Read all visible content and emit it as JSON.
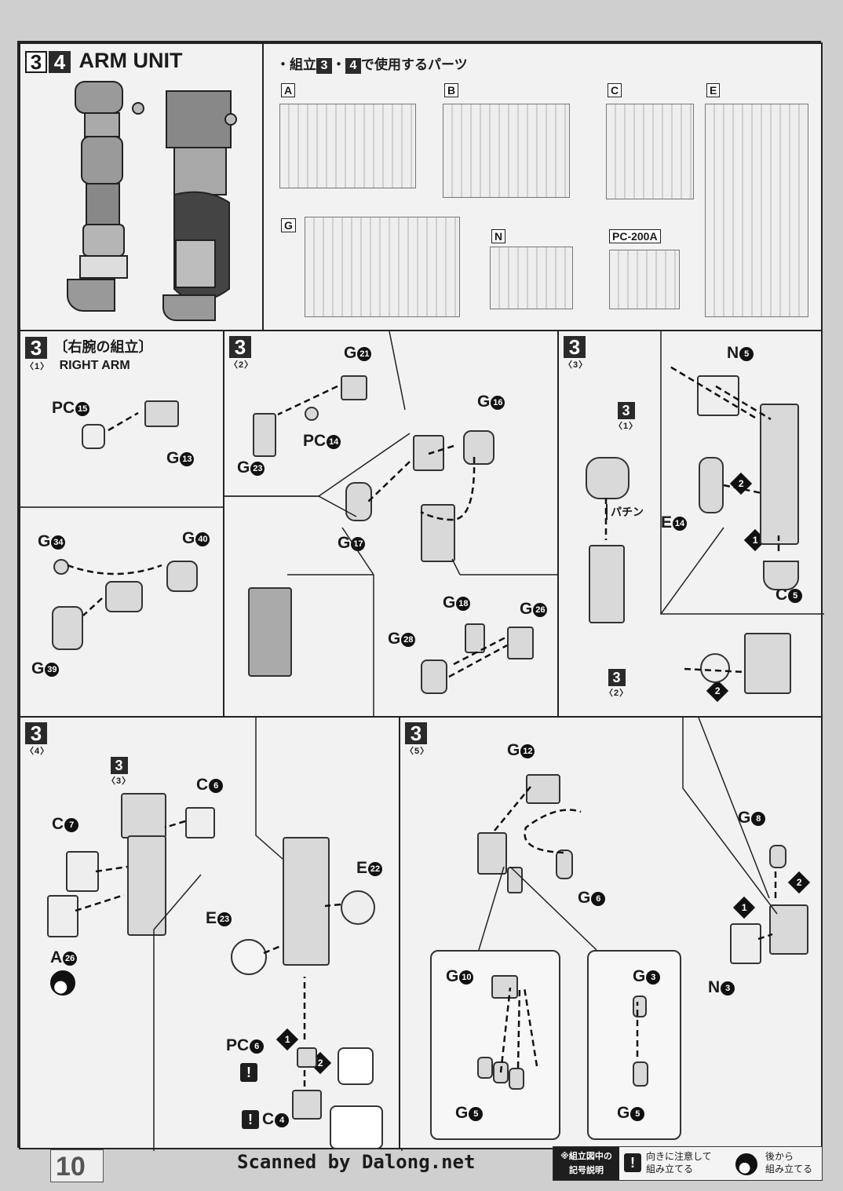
{
  "header": {
    "step_a": "3",
    "step_b": "4",
    "title": "ARM UNIT"
  },
  "parts_list": {
    "intro_prefix": "・組立",
    "intro_n1": "3",
    "intro_dot": "・",
    "intro_n2": "4",
    "intro_suffix": "で使用するパーツ",
    "runners": [
      "A",
      "B",
      "C",
      "E",
      "G",
      "N",
      "PC-200A"
    ]
  },
  "step1": {
    "num": "3",
    "sub": "〈1〉",
    "title_jp": "〔右腕の組立〕",
    "title_en": "RIGHT ARM",
    "labels": [
      {
        "id": "pc15",
        "prefix": "PC",
        "num": "15"
      },
      {
        "id": "g13",
        "prefix": "G",
        "num": "13"
      },
      {
        "id": "g34",
        "prefix": "G",
        "num": "34"
      },
      {
        "id": "g40",
        "prefix": "G",
        "num": "40"
      },
      {
        "id": "g39",
        "prefix": "G",
        "num": "39"
      }
    ]
  },
  "step2": {
    "num": "3",
    "sub": "〈2〉",
    "labels": [
      {
        "prefix": "G",
        "num": "21"
      },
      {
        "prefix": "G",
        "num": "23"
      },
      {
        "prefix": "PC",
        "num": "14"
      },
      {
        "prefix": "G",
        "num": "16"
      },
      {
        "prefix": "G",
        "num": "17"
      },
      {
        "prefix": "G",
        "num": "18"
      },
      {
        "prefix": "G",
        "num": "26"
      },
      {
        "prefix": "G",
        "num": "28"
      }
    ]
  },
  "step3": {
    "num": "3",
    "sub": "〈3〉",
    "ref_top_num": "3",
    "ref_top_sub": "〈1〉",
    "ref_bottom_num": "3",
    "ref_bottom_sub": "〈2〉",
    "sfx": "パチン",
    "labels": [
      {
        "prefix": "N",
        "num": "5"
      },
      {
        "prefix": "E",
        "num": "14"
      },
      {
        "prefix": "C",
        "num": "5"
      }
    ],
    "order": [
      "1",
      "2",
      "2"
    ]
  },
  "step4": {
    "num": "3",
    "sub": "〈4〉",
    "ref_num": "3",
    "ref_sub": "〈3〉",
    "labels": [
      {
        "prefix": "C",
        "num": "6"
      },
      {
        "prefix": "C",
        "num": "7"
      },
      {
        "prefix": "A",
        "num": "26"
      },
      {
        "prefix": "E",
        "num": "22"
      },
      {
        "prefix": "E",
        "num": "23"
      },
      {
        "prefix": "PC",
        "num": "6"
      },
      {
        "prefix": "C",
        "num": "4"
      }
    ],
    "warn_mark": "!",
    "order": [
      "1",
      "2"
    ]
  },
  "step5": {
    "num": "3",
    "sub": "〈5〉",
    "labels": [
      {
        "prefix": "G",
        "num": "12"
      },
      {
        "prefix": "G",
        "num": "6"
      },
      {
        "prefix": "G",
        "num": "8"
      },
      {
        "prefix": "N",
        "num": "3"
      },
      {
        "prefix": "G",
        "num": "10"
      },
      {
        "prefix": "G",
        "num": "5"
      },
      {
        "prefix": "G",
        "num": "3"
      },
      {
        "prefix": "G",
        "num": "5"
      }
    ],
    "order": [
      "1",
      "2"
    ]
  },
  "footer": {
    "page_number": "10",
    "scan_credit": "Scanned by Dalong.net",
    "legend_title_1": "※組立図中の",
    "legend_title_2": "記号説明",
    "legend_warn_mark": "!",
    "legend_warn_1": "向きに注意して",
    "legend_warn_2": "組み立てる",
    "legend_back_1": "後から",
    "legend_back_2": "組み立てる"
  }
}
